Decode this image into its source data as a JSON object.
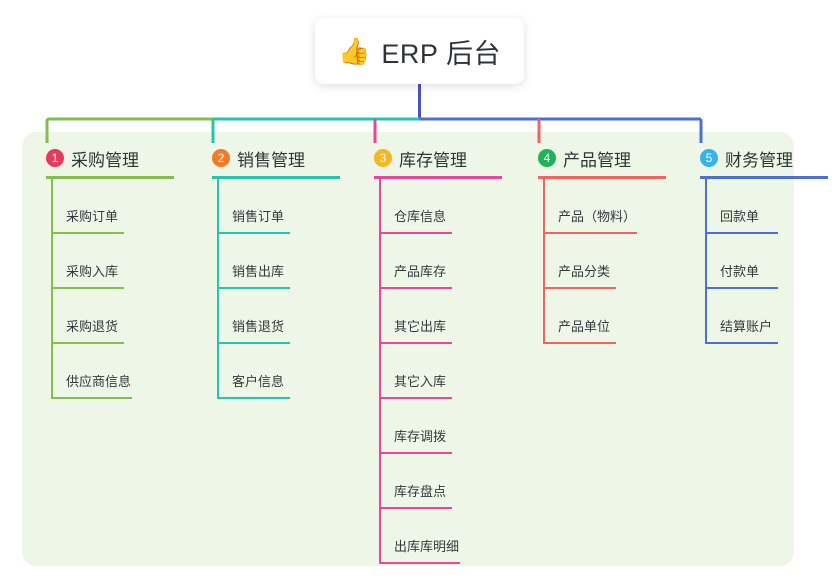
{
  "root": {
    "icon": "thumbs-up-icon",
    "emoji": "👍",
    "title": "ERP 后台"
  },
  "theme": {
    "page_background": "#ffffff",
    "panel_background": "#eef7e7",
    "root_stem_color": "#4b51c4",
    "text_color": "#2f3338"
  },
  "chart_data": {
    "type": "diagram",
    "layout": "mind-map",
    "title": "ERP 后台",
    "branch_count": 5
  },
  "columns": [
    {
      "index": "1",
      "badge_color": "#e8395a",
      "line_color": "#82bf4c",
      "title": "采购管理",
      "items": [
        {
          "label": "采购订单"
        },
        {
          "label": "采购入库"
        },
        {
          "label": "采购退货"
        },
        {
          "label": "供应商信息"
        }
      ]
    },
    {
      "index": "2",
      "badge_color": "#f07c28",
      "line_color": "#25c4b0",
      "title": "销售管理",
      "items": [
        {
          "label": "销售订单"
        },
        {
          "label": "销售出库"
        },
        {
          "label": "销售退货"
        },
        {
          "label": "客户信息"
        }
      ]
    },
    {
      "index": "3",
      "badge_color": "#f5b820",
      "line_color": "#e8479b",
      "title": "库存管理",
      "items": [
        {
          "label": "仓库信息"
        },
        {
          "label": "产品库存"
        },
        {
          "label": "其它出库"
        },
        {
          "label": "其它入库"
        },
        {
          "label": "库存调拨"
        },
        {
          "label": "库存盘点"
        },
        {
          "label": "出库库明细"
        }
      ]
    },
    {
      "index": "4",
      "badge_color": "#1eb356",
      "line_color": "#f4645f",
      "title": "产品管理",
      "items": [
        {
          "label": "产品（物料）"
        },
        {
          "label": "产品分类"
        },
        {
          "label": "产品单位"
        }
      ]
    },
    {
      "index": "5",
      "badge_color": "#36b3e8",
      "line_color": "#4b6fd4",
      "title": "财务管理",
      "items": [
        {
          "label": "回款单"
        },
        {
          "label": "付款单"
        },
        {
          "label": "结算账户"
        }
      ]
    }
  ]
}
